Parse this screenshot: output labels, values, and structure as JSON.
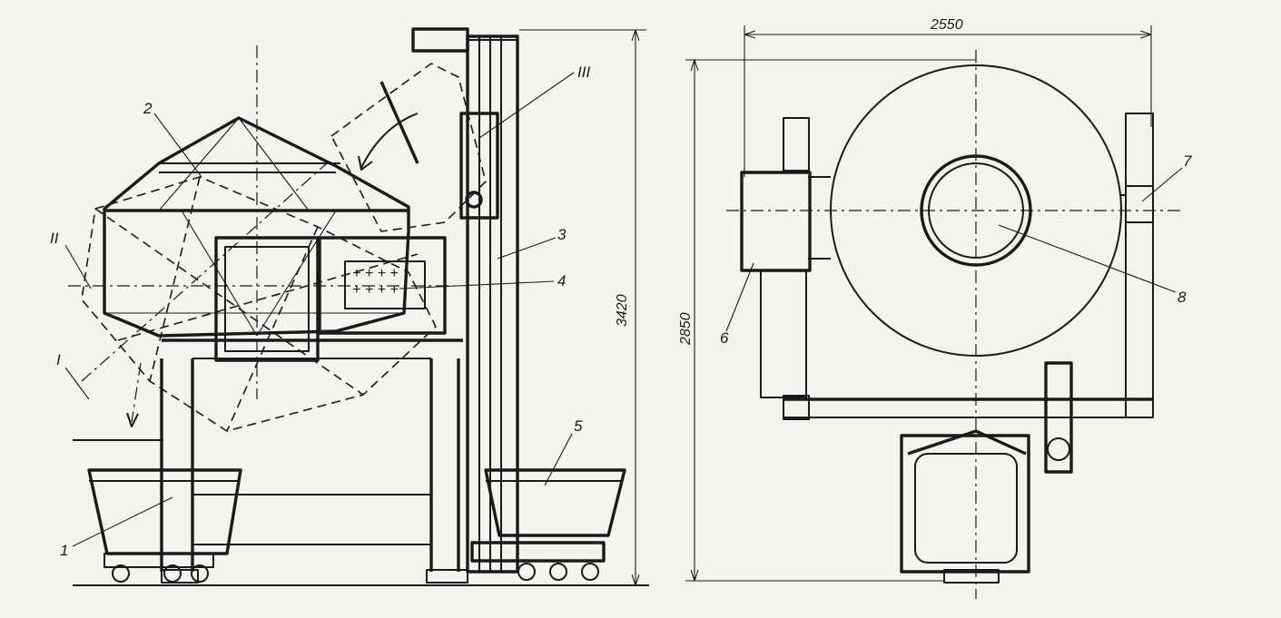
{
  "dimensions": {
    "width_top": "2550",
    "height_side": "3420",
    "depth_plan": "2850"
  },
  "labels": {
    "pos_1": "1",
    "pos_2": "2",
    "pos_3": "3",
    "pos_4": "4",
    "pos_5": "5",
    "pos_6": "6",
    "pos_7": "7",
    "pos_8": "8",
    "pos_I": "I",
    "pos_II": "II",
    "pos_III": "III"
  }
}
